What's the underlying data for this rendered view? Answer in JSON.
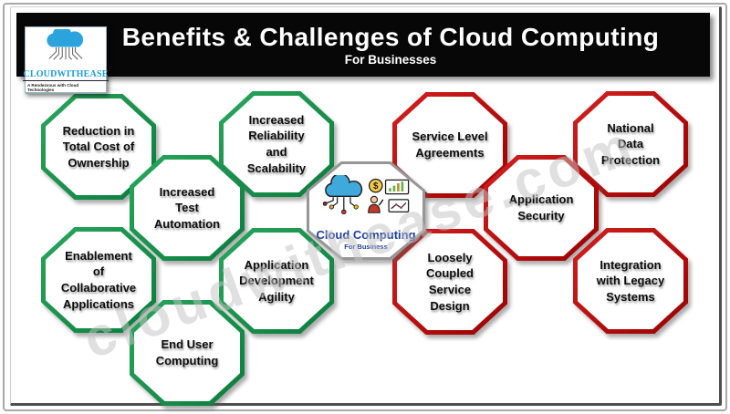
{
  "header": {
    "title": "Benefits & Challenges of Cloud Computing",
    "subtitle": "For Businesses"
  },
  "logo": {
    "brand": "CLOUDWITHEASE",
    "tagline": "A Rendezvous with Cloud Technologies"
  },
  "watermark": "cloudwithease.com",
  "center_badge": {
    "title": "Cloud Computing",
    "subtitle": "For Business"
  },
  "colors": {
    "benefit_green": "#0e8a44",
    "challenge_red": "#c00000",
    "center_border_gray": "#969696",
    "header_bg": "#070707",
    "brand_blue": "#1b9cd8",
    "badge_text_blue": "#1e3f9f"
  },
  "octagons": [
    {
      "label": "Reduction in\nTotal Cost of\nOwnership",
      "type": "benefit"
    },
    {
      "label": "Increased\nReliability\nand\nScalability",
      "type": "benefit"
    },
    {
      "label": "Increased\nTest\nAutomation",
      "type": "benefit"
    },
    {
      "label": "Enablement\nof\nCollaborative\nApplications",
      "type": "benefit"
    },
    {
      "label": "Application\nDevelopment\nAgility",
      "type": "benefit"
    },
    {
      "label": "End User\nComputing",
      "type": "benefit"
    },
    {
      "label": "Service Level\nAgreements",
      "type": "challenge"
    },
    {
      "label": "National\nData\nProtection",
      "type": "challenge"
    },
    {
      "label": "Application\nSecurity",
      "type": "challenge"
    },
    {
      "label": "Loosely\nCoupled\nService\nDesign",
      "type": "challenge"
    },
    {
      "label": "Integration\nwith Legacy\nSystems",
      "type": "challenge"
    }
  ]
}
